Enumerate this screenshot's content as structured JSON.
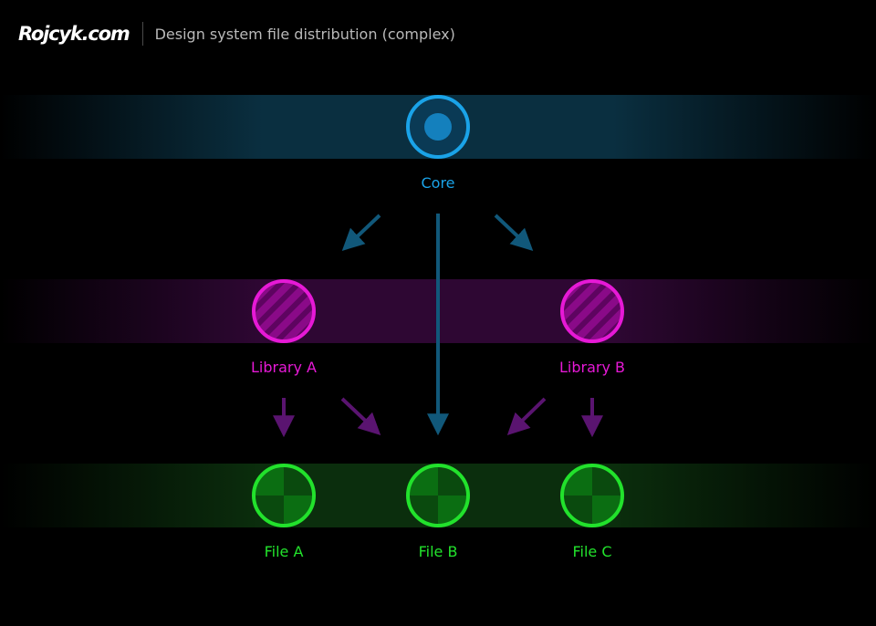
{
  "header": {
    "brand": "Rojcyk.com",
    "title": "Design system file distribution (complex)"
  },
  "colors": {
    "background": "#000000",
    "core": "#1aa3e8",
    "core_arrow": "#11587a",
    "library": "#e619d6",
    "library_arrow": "#5a1470",
    "file": "#22e22c"
  },
  "tiers": {
    "core": {
      "band_color": "#0a2f40"
    },
    "library": {
      "band_color": "#2e0733"
    },
    "file": {
      "band_color": "#0b2e0d"
    }
  },
  "nodes": {
    "core": {
      "label": "Core"
    },
    "library_a": {
      "label": "Library A"
    },
    "library_b": {
      "label": "Library B"
    },
    "file_a": {
      "label": "File A"
    },
    "file_b": {
      "label": "File B"
    },
    "file_c": {
      "label": "File C"
    }
  },
  "edges": [
    {
      "from": "core",
      "to": "library_a"
    },
    {
      "from": "core",
      "to": "file_b"
    },
    {
      "from": "core",
      "to": "library_b"
    },
    {
      "from": "library_a",
      "to": "file_a"
    },
    {
      "from": "library_a",
      "to": "file_b"
    },
    {
      "from": "library_b",
      "to": "file_b"
    },
    {
      "from": "library_b",
      "to": "file_c"
    }
  ]
}
